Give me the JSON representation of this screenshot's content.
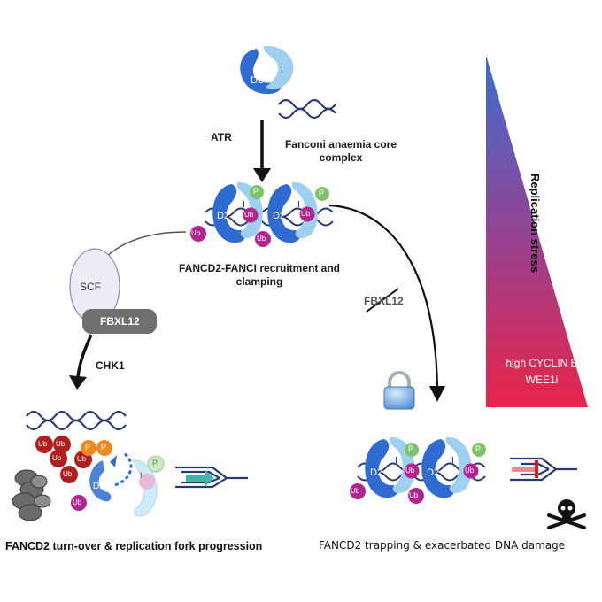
{
  "labels": {
    "atr": "ATR",
    "core_complex": "Fanconi anaemia core complex",
    "recruitment": "FANCD2-FANCI recruitment and clamping",
    "scf": "SCF",
    "fbxl12": "FBXL12",
    "chk1": "CHK1",
    "fbxl12_crossed": "FBXL12",
    "replication_stress": "Replication stress",
    "high_cyclin_e": "high CYCLIN E",
    "wee1i": "WEE1i"
  },
  "protein_labels": {
    "d2": "D2",
    "i": "I",
    "ub": "Ub",
    "p": "P"
  },
  "captions": {
    "left": "FANCD2 turn-over & replication fork progression",
    "right": "FANCD2 trapping & exacerbated DNA damage"
  },
  "colors": {
    "fancd2_blue": "#2f6bd1",
    "fanci_light_blue": "#9fd0ef",
    "ubiquitin_magenta": "#b2248f",
    "phospho_green": "#7cc36a",
    "ub_red": "#b11e1e",
    "p_orange": "#ef8a1d",
    "dna": "#2b3a6e",
    "fbxl12_grey": "#6f6f6f",
    "gradient_top": "#3a6fd0",
    "gradient_bottom": "#e8254a"
  }
}
